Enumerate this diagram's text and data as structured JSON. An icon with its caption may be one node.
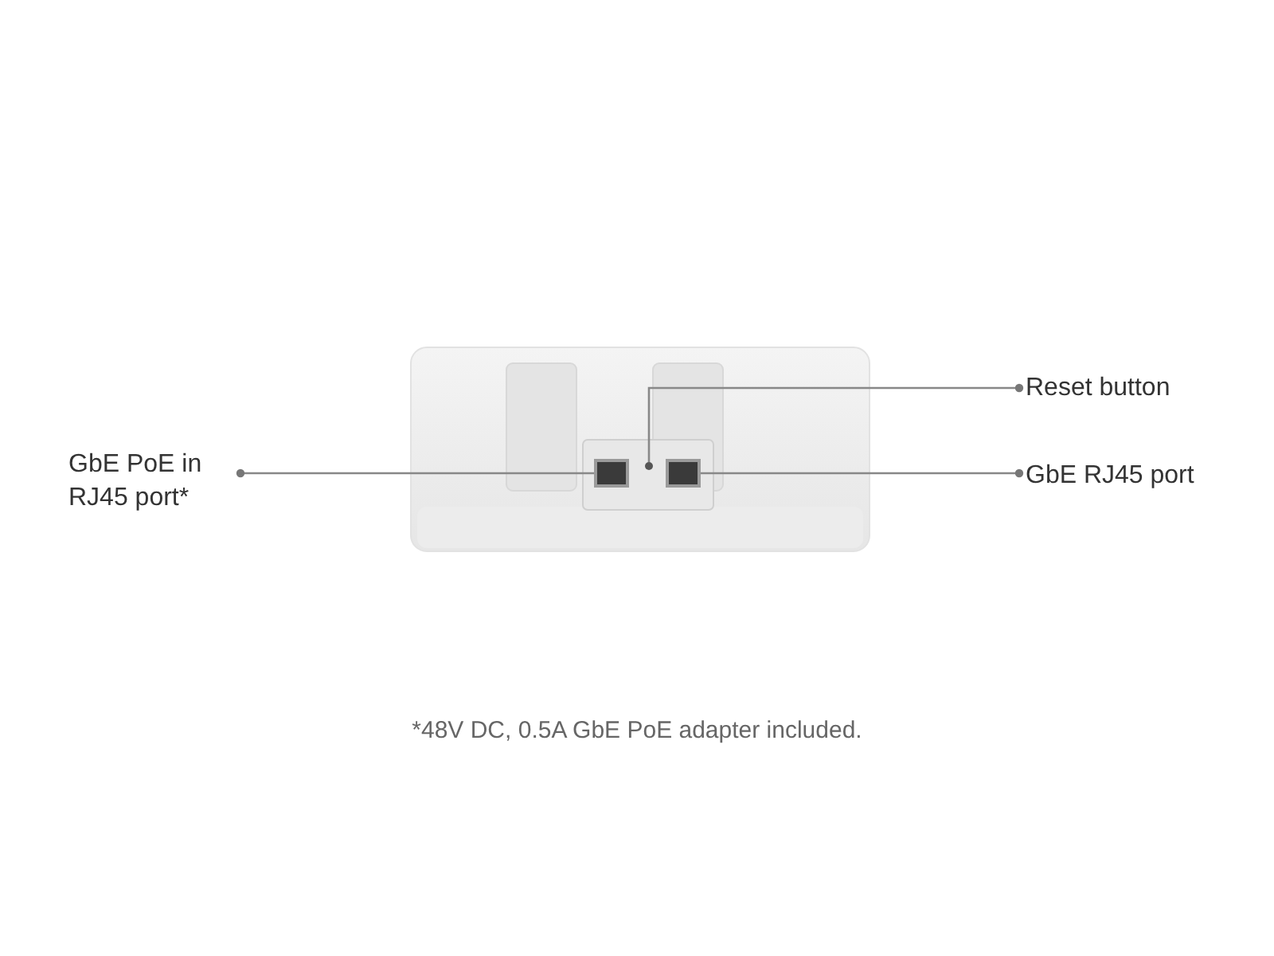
{
  "diagram": {
    "caption": "*48V DC, 0.5A GbE PoE adapter included.",
    "nodes": [
      {
        "text": [
          "GbE PoE in RJ45 port*"
        ]
      },
      {
        "text": [],
        "shape": "box"
      },
      {
        "text": [
          "Reset button"
        ]
      },
      {
        "text": [],
        "shape": "circle"
      },
      {
        "text": [
          "GbE RJ45 port"
        ]
      },
      {
        "text": [],
        "shape": "box"
      }
    ],
    "edges": [
      {
        "from": 0,
        "to": 1,
        "arrow": "other"
      },
      {
        "from": 2,
        "to": 3,
        "arrow": "other"
      },
      {
        "from": 4,
        "to": 5,
        "arrow": "other"
      }
    ]
  }
}
